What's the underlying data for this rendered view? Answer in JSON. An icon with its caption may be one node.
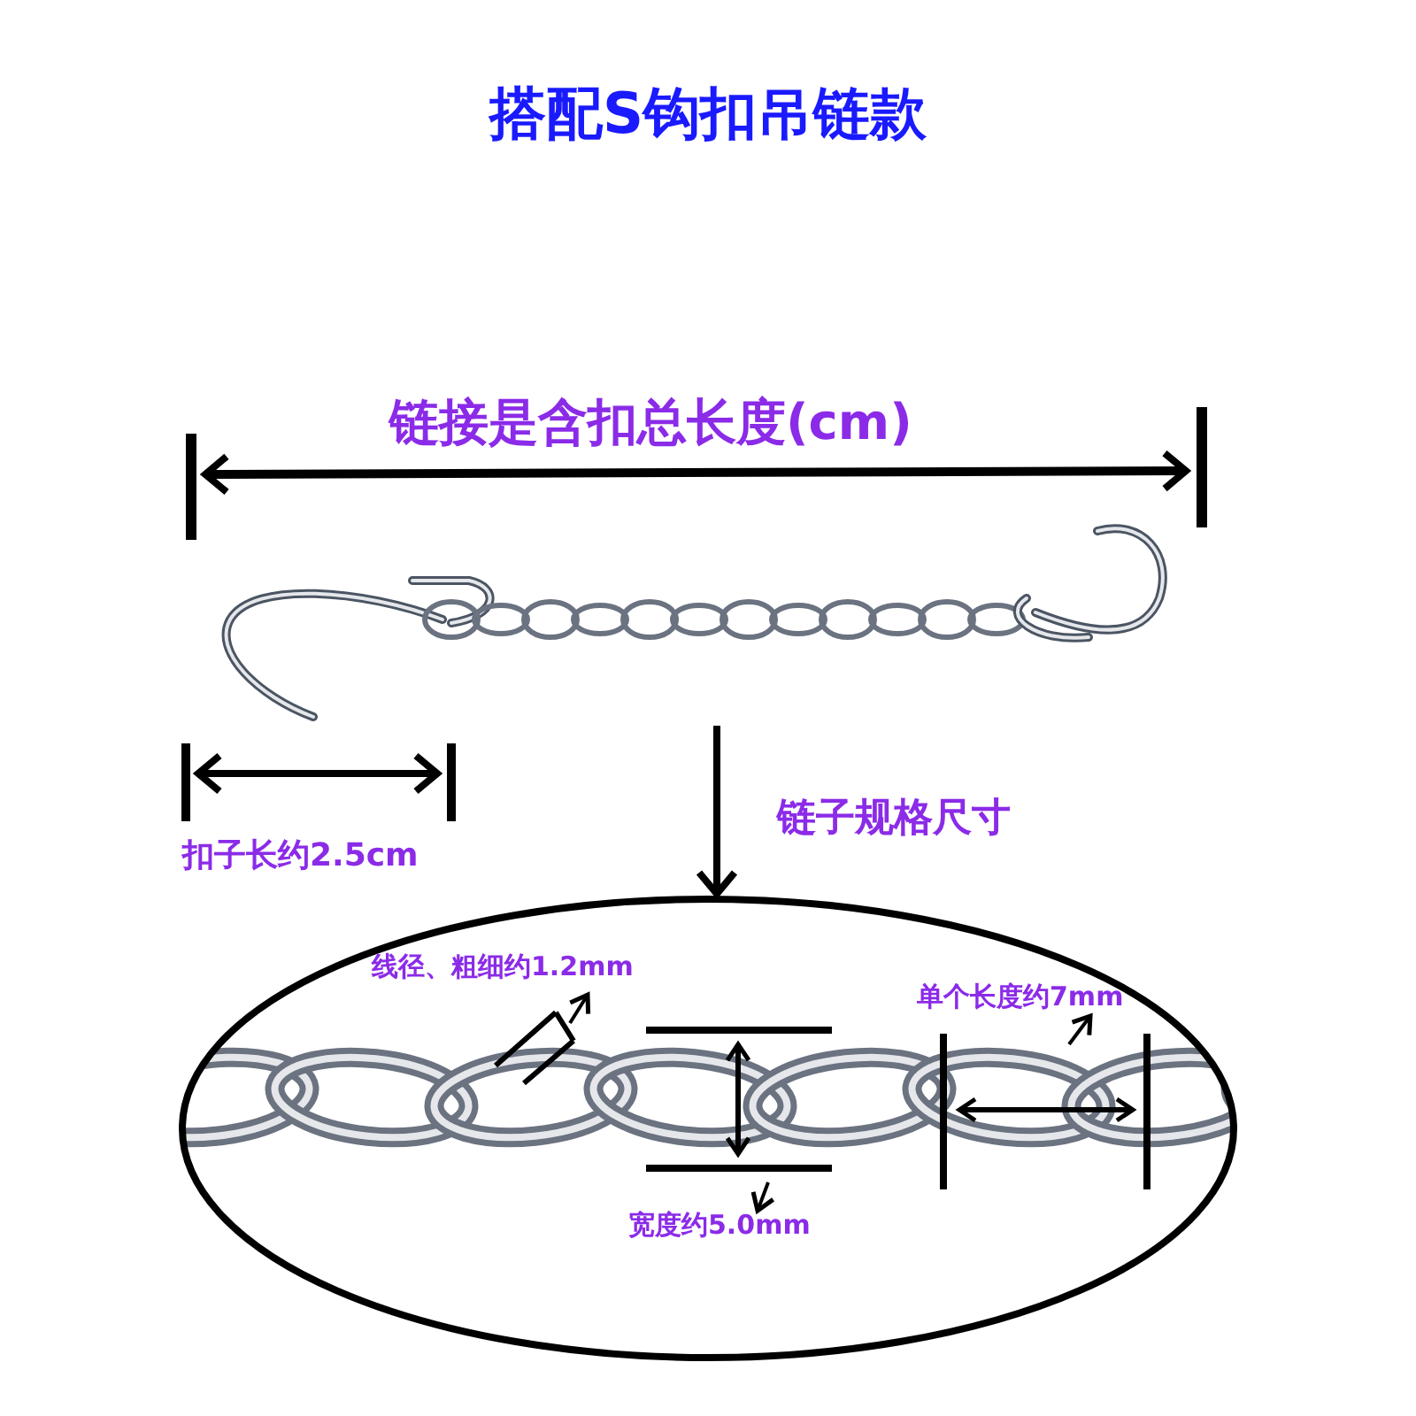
{
  "diagram": {
    "title": "搭配S钩扣吊链款",
    "nodes": [
      {
        "text": [],
        "shape": "picture"
      },
      {
        "text": [],
        "shape": "ellipse"
      }
    ],
    "edges": [
      {
        "from": 0,
        "to": 1,
        "arrow": "to",
        "label": "链子规格尺寸"
      }
    ],
    "labels": [
      "链接是含扣总长度(cm)",
      "扣子长约2.5cm",
      "线径、粗细约1.2mm",
      "单个长度约7mm",
      "宽度约5.0mm"
    ]
  }
}
